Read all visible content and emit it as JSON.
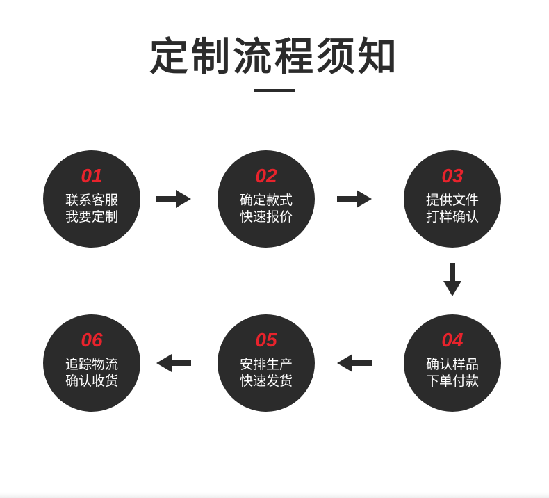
{
  "title": "定制流程须知",
  "colors": {
    "circle": "#2b2b2b",
    "number": "#e8232c",
    "text": "#ffffff",
    "arrow": "#2b2b2b"
  },
  "steps": [
    {
      "num": "01",
      "line1": "联系客服",
      "line2": "我要定制"
    },
    {
      "num": "02",
      "line1": "确定款式",
      "line2": "快速报价"
    },
    {
      "num": "03",
      "line1": "提供文件",
      "line2": "打样确认"
    },
    {
      "num": "04",
      "line1": "确认样品",
      "line2": "下单付款"
    },
    {
      "num": "05",
      "line1": "安排生产",
      "line2": "快速发货"
    },
    {
      "num": "06",
      "line1": "追踪物流",
      "line2": "确认收货"
    }
  ],
  "arrows": [
    "arrow-right-icon",
    "arrow-right-icon",
    "arrow-down-icon",
    "arrow-left-icon",
    "arrow-left-icon"
  ]
}
